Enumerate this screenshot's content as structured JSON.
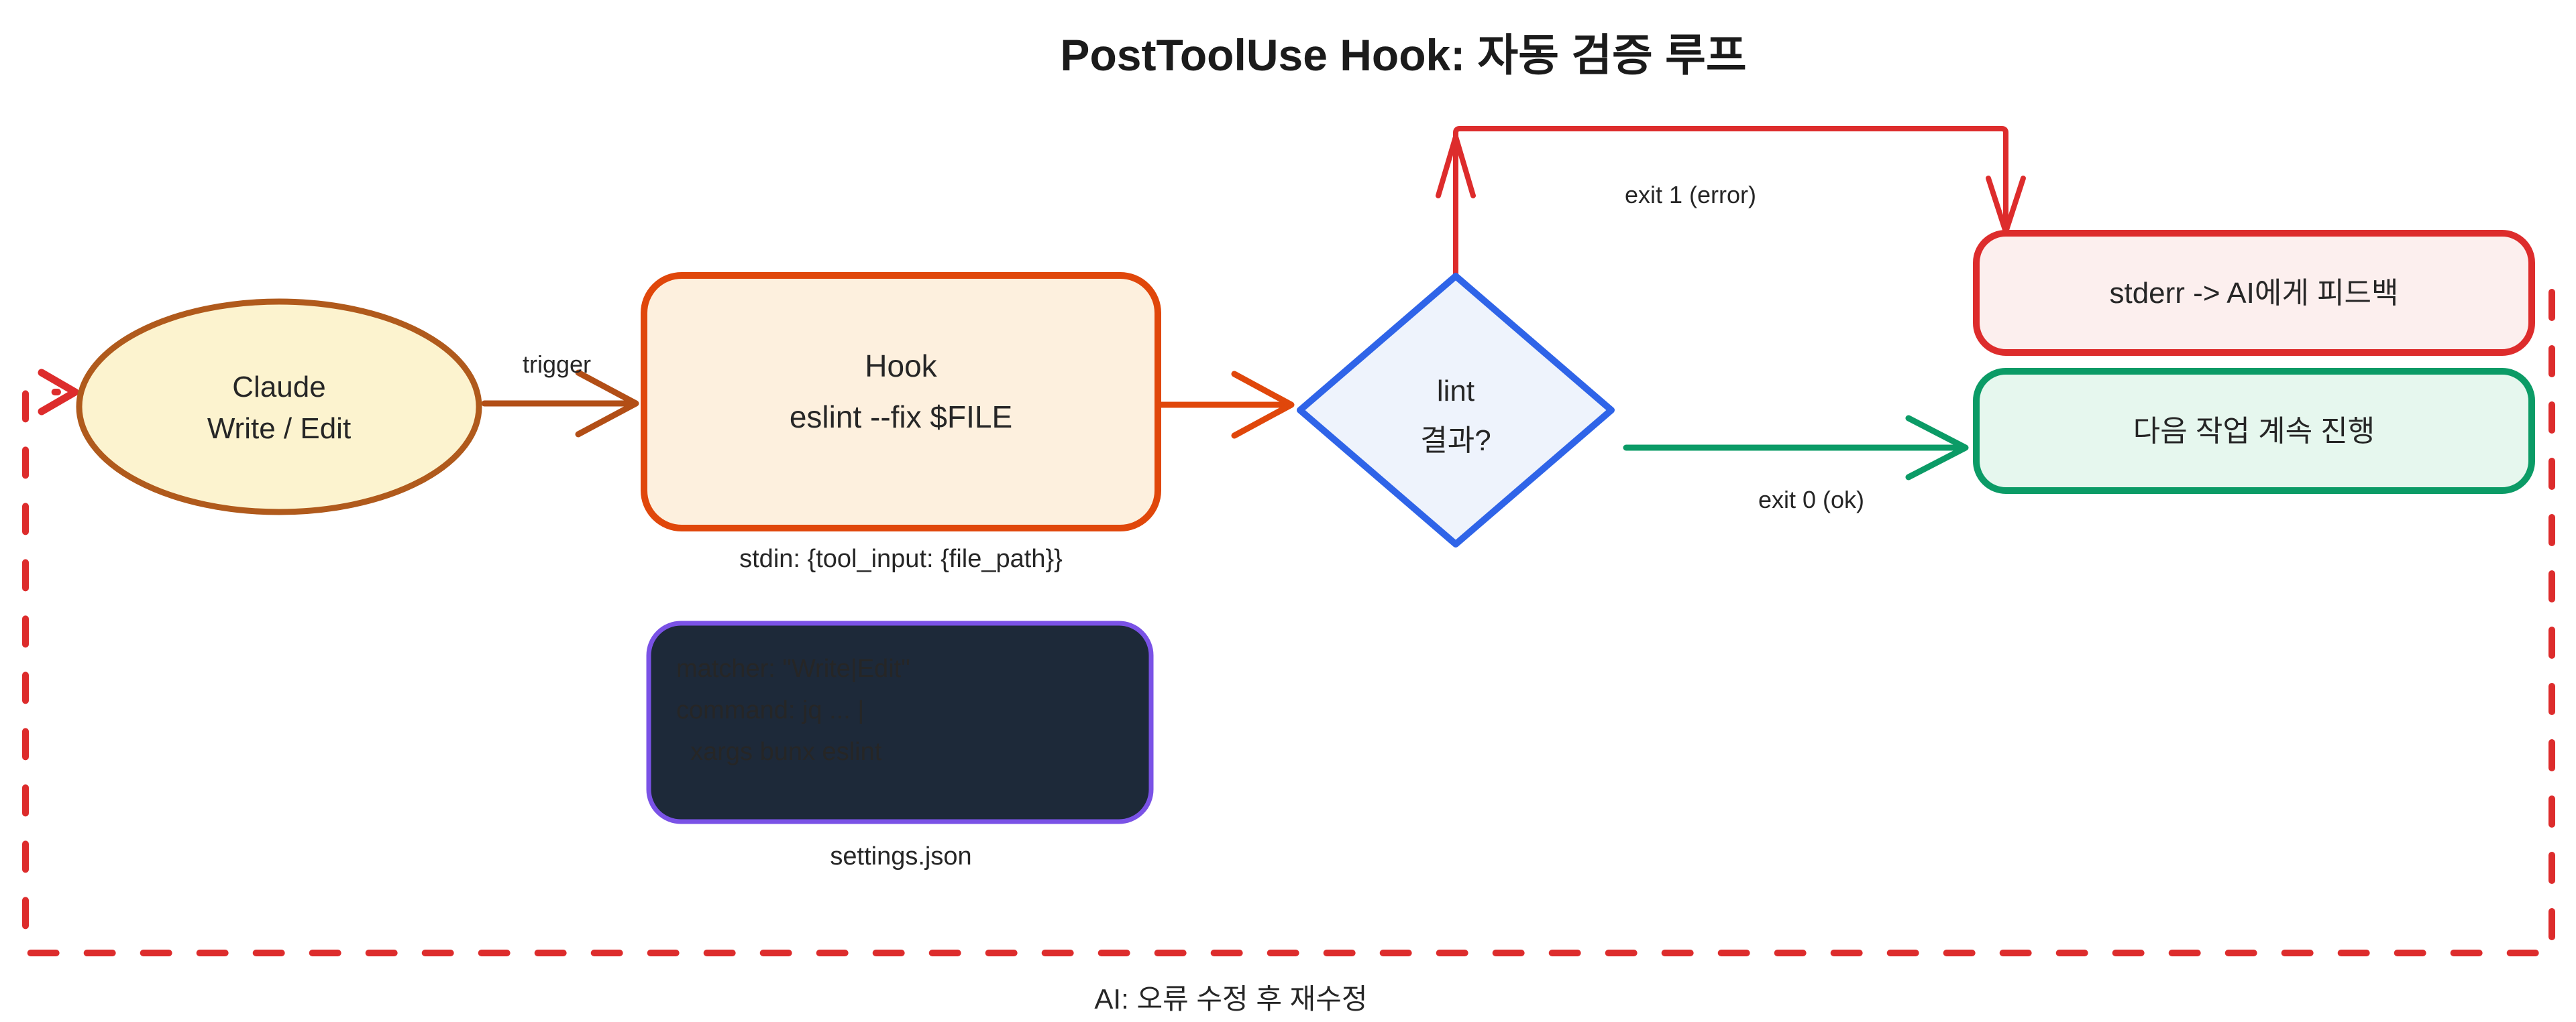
{
  "title": "PostToolUse Hook: 자동 검증 루프",
  "nodes": {
    "claude": {
      "line1": "Claude",
      "line2": "Write / Edit"
    },
    "hook": {
      "line1": "Hook",
      "line2": "eslint --fix $FILE",
      "caption": "stdin: {tool_input: {file_path}}"
    },
    "code": {
      "line1": "matcher: \"Write|Edit\"",
      "line2": "command: jq ... |",
      "line3": "  xargs bunx eslint",
      "caption": "settings.json"
    },
    "decision": {
      "line1": "lint",
      "line2": "결과?"
    },
    "stderr_feedback": {
      "label": "stderr -> AI에게 피드백"
    },
    "continue_next": {
      "label": "다음 작업 계속 진행"
    }
  },
  "edges": {
    "trigger": {
      "label": "trigger"
    },
    "exit_error": {
      "label": "exit 1 (error)"
    },
    "exit_ok": {
      "label": "exit 0 (ok)"
    },
    "retry_loop": {
      "label": "AI: 오류 수정 후 재수정"
    }
  },
  "colors": {
    "claude_fill": "#FCF3CF",
    "claude_border": "#B05A1C",
    "hook_fill": "#FDF0DE",
    "hook_border": "#E0470B",
    "code_fill": "#1D2939",
    "code_border": "#7A52E6",
    "code_text": "#29C269",
    "decision_fill": "#EEF3FC",
    "decision_border": "#2F64E8",
    "error_fill": "#FCEFEE",
    "error_border": "#DD2C2C",
    "ok_fill": "#E6F7EE",
    "ok_border": "#0B9B66",
    "red": "#DD2C2C",
    "green": "#0B9B66",
    "orange": "#E0470B",
    "brown": "#B24E16",
    "gray": "#7D7D7D",
    "dim_gray": "#6E6963",
    "purple": "#6C3EF5"
  }
}
